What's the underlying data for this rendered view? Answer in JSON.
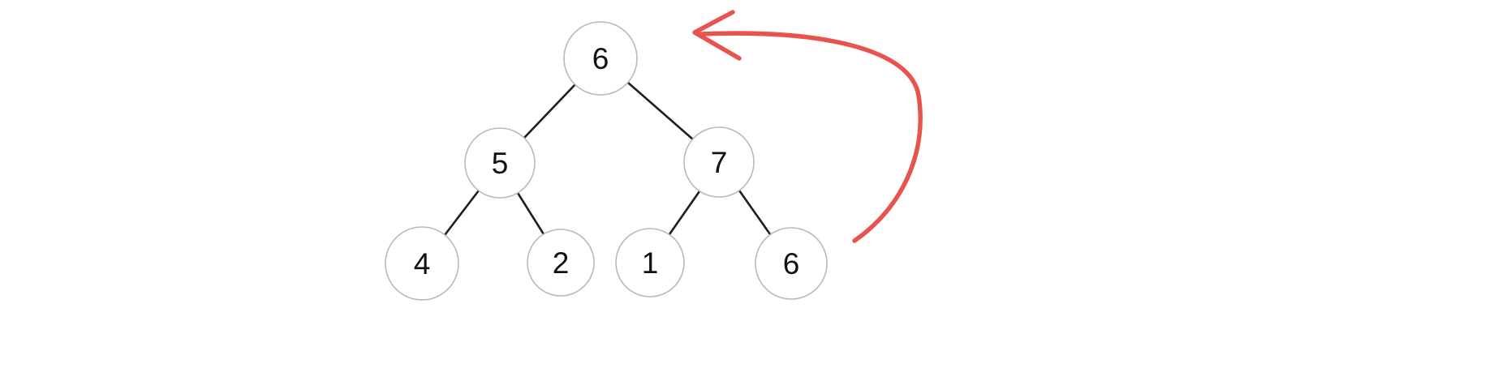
{
  "diagram": {
    "type": "binary-tree",
    "nodes": {
      "root": {
        "value": "6"
      },
      "left": {
        "value": "5"
      },
      "right": {
        "value": "7"
      },
      "left_left": {
        "value": "4"
      },
      "left_right": {
        "value": "2"
      },
      "right_left": {
        "value": "1"
      },
      "right_right": {
        "value": "6"
      }
    },
    "edges": [
      "root-left",
      "root-right",
      "left-left_left",
      "left-left_right",
      "right-right_left",
      "right-right_right"
    ],
    "annotation": {
      "kind": "hand-drawn-arrow",
      "points_to": "root",
      "color": "#e8534e"
    },
    "colors": {
      "node_stroke": "#b9b9b9",
      "edge_stroke": "#1d1d1d",
      "label_text": "#111111",
      "background": "#ffffff"
    }
  }
}
